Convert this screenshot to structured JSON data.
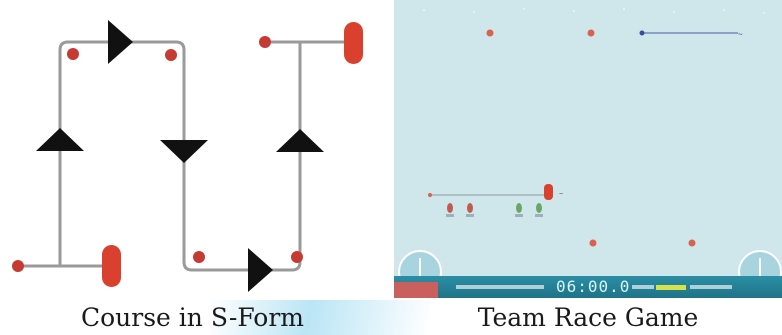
{
  "captions": {
    "left": "Course in S-Form",
    "right": "Team Race Game"
  },
  "game": {
    "timer": "06:00.0"
  },
  "colors": {
    "mark_red": "#c53a32",
    "boat_red": "#d9412e",
    "team_green": "#6aa56a",
    "water": "#cfe6ea",
    "hud": "#2b8ea5"
  }
}
